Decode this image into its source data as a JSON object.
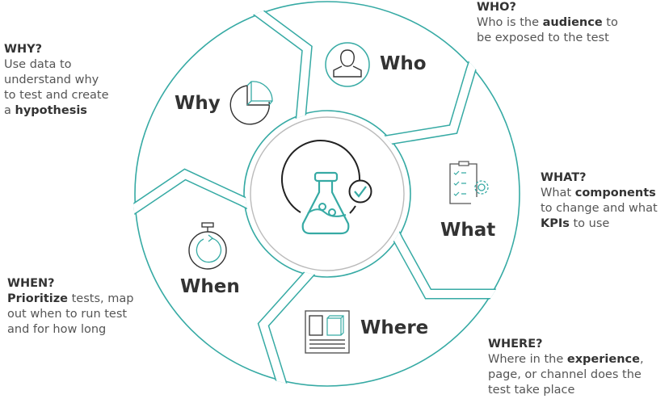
{
  "colors": {
    "accent": "#36aaa4",
    "text": "#333333",
    "body": "#555555",
    "ring": "#bbbbbb"
  },
  "segments": {
    "why": {
      "label": "Why",
      "icon": "pie-chart-icon"
    },
    "who": {
      "label": "Who",
      "icon": "user-icon"
    },
    "what": {
      "label": "What",
      "icon": "clipboard-checklist-gear-icon"
    },
    "where": {
      "label": "Where",
      "icon": "page-layout-icon"
    },
    "when": {
      "label": "When",
      "icon": "stopwatch-icon"
    },
    "center": {
      "icon": "flask-check-icon"
    }
  },
  "descriptions": {
    "why": {
      "heading": "WHY?",
      "t1": "Use data to",
      "t2": "understand why",
      "t3": "to test and create",
      "t4": "a ",
      "b1": "hypothesis"
    },
    "who": {
      "heading": "WHO?",
      "t1": "Who is the ",
      "b1": "audience",
      "t2": " to",
      "t3": "be exposed to the test"
    },
    "what": {
      "heading": "WHAT?",
      "t1": "What ",
      "b1": "components",
      "t2": "to change and what",
      "b2": "KPIs",
      "t3": " to use"
    },
    "when": {
      "heading": "WHEN?",
      "b1": "Prioritize",
      "t1": " tests, map",
      "t2": "out when to run test",
      "t3": "and for how long"
    },
    "where": {
      "heading": "WHERE?",
      "t1": "Where in the ",
      "b1": "experience",
      "t2": ",",
      "t3": "page, or channel does the",
      "t4": "test take place"
    }
  }
}
